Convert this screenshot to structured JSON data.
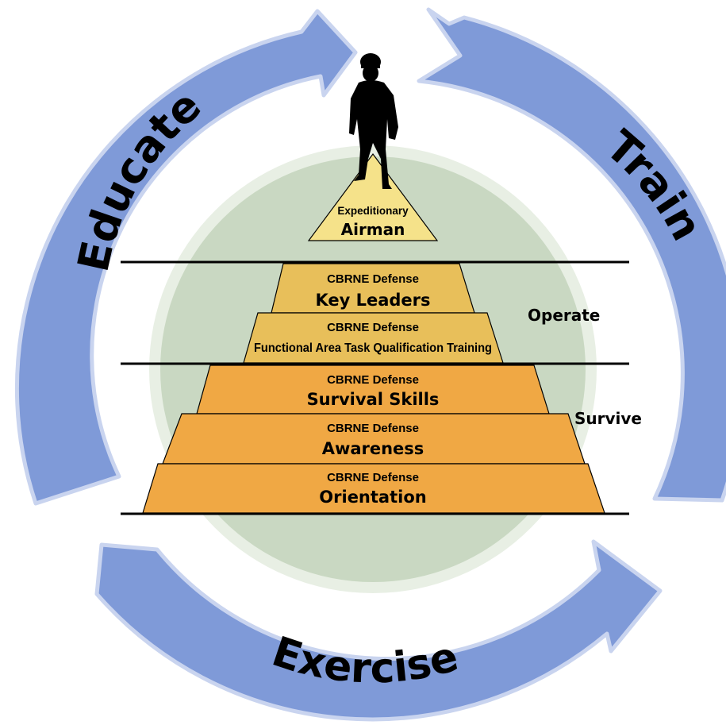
{
  "colors": {
    "arrow_fill": "#7f9ad8",
    "arrow_edge": "#c9d4ef",
    "circle_outer": "#e8efe4",
    "circle_inner": "#c9d8c2",
    "tier_top": "#f5e28a",
    "tier_mid": "#e8bf5a",
    "tier_bottom": "#f0a844",
    "line": "#000000",
    "silhouette": "#000000"
  },
  "cycle": {
    "educate": "Educate",
    "train": "Train",
    "exercise": "Exercise"
  },
  "tiers": {
    "airman": {
      "sub": "Expeditionary",
      "main": "Airman"
    },
    "key_leaders": {
      "sub": "CBRNE Defense",
      "main": "Key Leaders"
    },
    "fatqt": {
      "sub": "CBRNE Defense",
      "main": "Functional Area Task Qualification Training"
    },
    "survival": {
      "sub": "CBRNE Defense",
      "main": "Survival Skills"
    },
    "awareness": {
      "sub": "CBRNE Defense",
      "main": "Awareness"
    },
    "orientation": {
      "sub": "CBRNE Defense",
      "main": "Orientation"
    }
  },
  "groups": {
    "operate": "Operate",
    "survive": "Survive"
  },
  "icons": {
    "figure": "soldier-silhouette-icon"
  }
}
